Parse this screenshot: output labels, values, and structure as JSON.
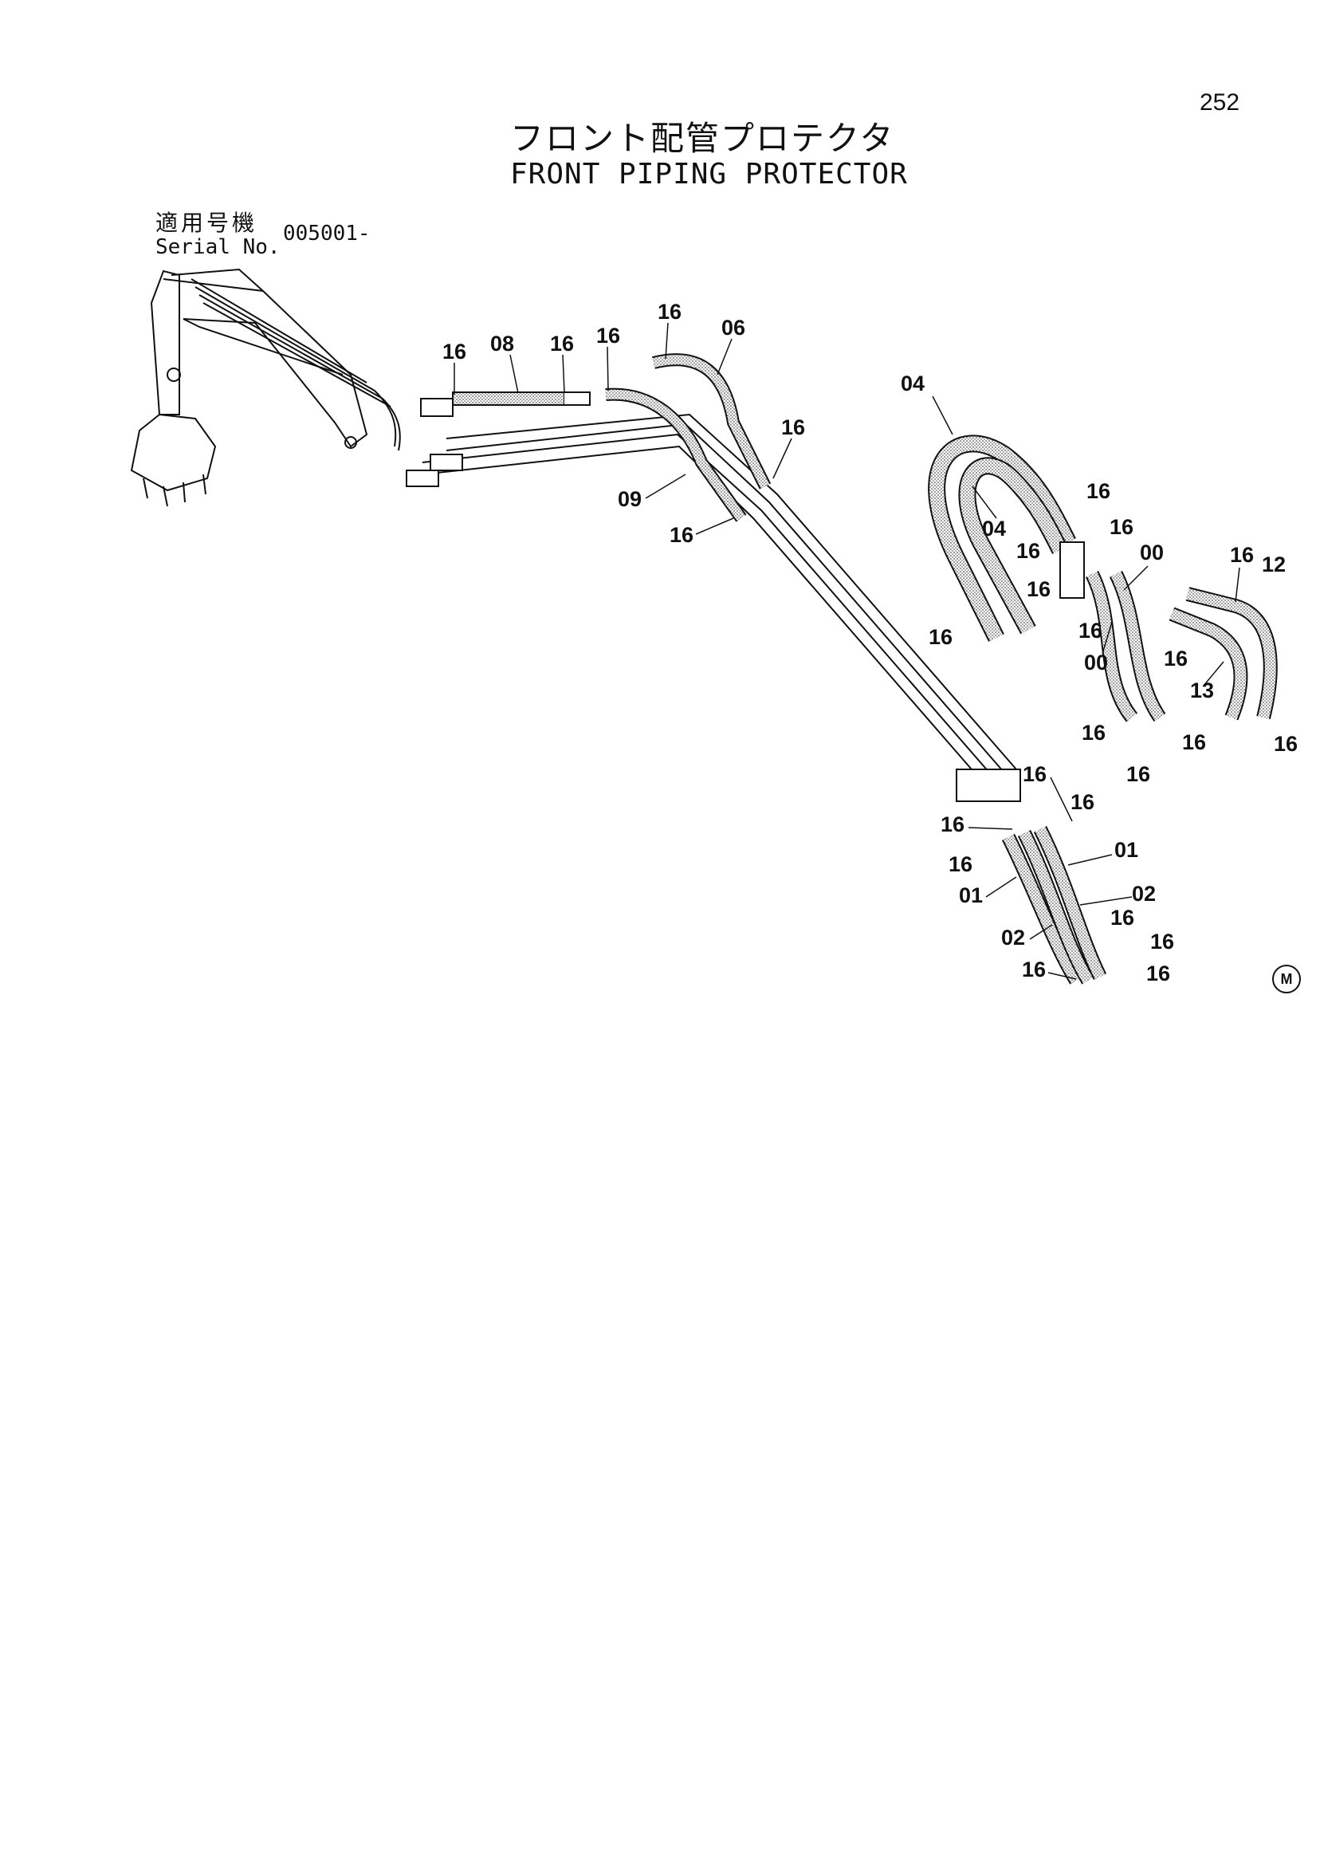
{
  "header": {
    "page_number": "252",
    "title_jp": "フロント配管プロテクタ",
    "title_en": "FRONT PIPING PROTECTOR"
  },
  "serial": {
    "label_jp": "適用号機",
    "label_en": "Serial No.",
    "value": "005001-"
  },
  "callouts": {
    "c16a": "16",
    "c08": "08",
    "c16b": "16",
    "c16c": "16",
    "c16d": "16",
    "c06": "06",
    "c16e": "16",
    "c09": "09",
    "c16f": "16",
    "c04a": "04",
    "c04b": "04",
    "c16g": "16",
    "c16h": "16",
    "c16i": "16",
    "c00a": "00",
    "c16j": "16",
    "c16k": "16",
    "c16l": "16",
    "c00b": "00",
    "c16m": "16",
    "c12": "12",
    "c16n": "16",
    "c13": "13",
    "c16o": "16",
    "c16p": "16",
    "c16q": "16",
    "c16r": "16",
    "c16s": "16",
    "c16t": "16",
    "c16u": "16",
    "c01a": "01",
    "c16v": "16",
    "c01b": "01",
    "c02a": "02",
    "c16w": "16",
    "c02b": "02",
    "c16x": "16",
    "c16y": "16",
    "c16z": "16"
  },
  "corner_mark": "M"
}
